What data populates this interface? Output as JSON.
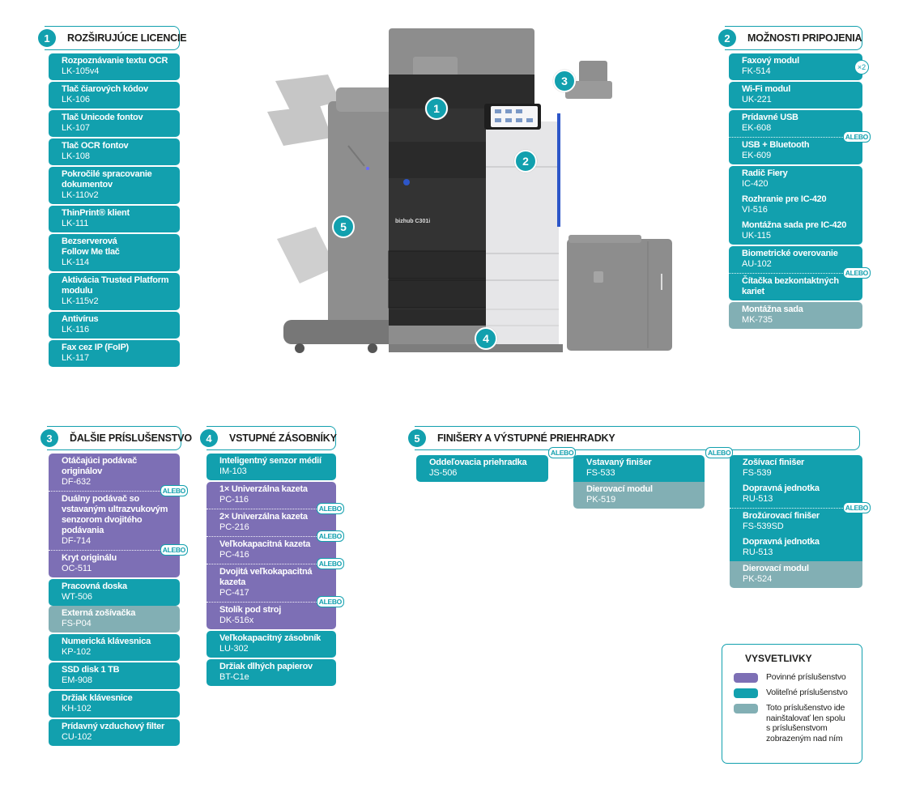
{
  "colors": {
    "optional": "#12a0ae",
    "required": "#7d6fb5",
    "dependent": "#82afb4"
  },
  "or_label": "ALEBO",
  "x2_label": "×2",
  "printer": {
    "brand_model": "bizhub C301i",
    "callouts": [
      "1",
      "2",
      "3",
      "4",
      "5"
    ],
    "tray_numbers": [
      "1",
      "2",
      "3",
      "4"
    ]
  },
  "sections": {
    "s1": {
      "number": "1",
      "title": "ROZŠIRUJÚCE LICENCIE",
      "items": [
        {
          "name": "Rozpoznávanie textu OCR",
          "code": "LK-105v4"
        },
        {
          "name": "Tlač čiarových kódov",
          "code": "LK-106"
        },
        {
          "name": "Tlač Unicode fontov",
          "code": "LK-107"
        },
        {
          "name": "Tlač OCR fontov",
          "code": "LK-108"
        },
        {
          "name": "Pokročilé spracovanie dokumentov",
          "code": "LK-110v2"
        },
        {
          "name": "ThinPrint® klient",
          "code": "LK-111"
        },
        {
          "name": "Bezserverová Follow Me tlač",
          "code": "LK-114"
        },
        {
          "name": "Aktivácia Trusted Platform modulu",
          "code": "LK-115v2"
        },
        {
          "name": "Antivírus",
          "code": "LK-116"
        },
        {
          "name": "Fax cez IP (FoIP)",
          "code": "LK-117"
        }
      ]
    },
    "s2": {
      "number": "2",
      "title": "MOŽNOSTI PRIPOJENIA",
      "items": [
        {
          "name": "Faxový modul",
          "code": "FK-514"
        },
        {
          "name": "Wi-Fi modul",
          "code": "UK-221"
        },
        {
          "name": "Prídavné USB",
          "code": "EK-608"
        },
        {
          "name": "USB + Bluetooth",
          "code": "EK-609"
        },
        {
          "name": "Radič Fiery",
          "code": "IC-420"
        },
        {
          "name": "Rozhranie pre IC-420",
          "code": "VI-516"
        },
        {
          "name": "Montážna sada pre IC-420",
          "code": "UK-115"
        },
        {
          "name": "Biometrické overovanie",
          "code": "AU-102"
        },
        {
          "name": "Čítačka bezkontaktných kariet",
          "code": ""
        },
        {
          "name": "Montážna sada",
          "code": "MK-735"
        }
      ]
    },
    "s3": {
      "number": "3",
      "title": "ĎALŠIE PRÍSLUŠENSTVO",
      "items": [
        {
          "name": "Otáčajúci podávač originálov",
          "code": "DF-632"
        },
        {
          "name": "Duálny podávač so vstavaným ultrazvukovým senzorom dvojitého podávania",
          "code": "DF-714"
        },
        {
          "name": "Kryt originálu",
          "code": "OC-511"
        },
        {
          "name": "Pracovná doska",
          "code": "WT-506"
        },
        {
          "name": "Externá zošívačka",
          "code": "FS-P04"
        },
        {
          "name": "Numerická klávesnica",
          "code": "KP-102"
        },
        {
          "name": "SSD disk 1 TB",
          "code": "EM-908"
        },
        {
          "name": "Držiak klávesnice",
          "code": "KH-102"
        },
        {
          "name": "Prídavný vzduchový filter",
          "code": "CU-102"
        }
      ]
    },
    "s4": {
      "number": "4",
      "title": "VSTUPNÉ ZÁSOBNÍKY",
      "items": [
        {
          "name": "Inteligentný senzor médií",
          "code": "IM-103"
        },
        {
          "name": "1× Univerzálna kazeta",
          "code": "PC-116"
        },
        {
          "name": "2× Univerzálna kazeta",
          "code": "PC-216"
        },
        {
          "name": "Veľkokapacitná kazeta",
          "code": "PC-416"
        },
        {
          "name": "Dvojitá veľkokapacitná kazeta",
          "code": "PC-417"
        },
        {
          "name": "Stolík pod stroj",
          "code": "DK-516x"
        },
        {
          "name": "Veľkokapacitný zásobník",
          "code": "LU-302"
        },
        {
          "name": "Držiak dlhých papierov",
          "code": "BT-C1e"
        }
      ]
    },
    "s5": {
      "number": "5",
      "title": "FINIŠERY A VÝSTUPNÉ PRIEHRADKY",
      "items": [
        {
          "name": "Oddeľovacia priehradka",
          "code": "JS-506"
        },
        {
          "name": "Vstavaný finišer",
          "code": "FS-533"
        },
        {
          "name": "Dierovací modul",
          "code": "PK-519"
        },
        {
          "name": "Zošívací finišer",
          "code": "FS-539"
        },
        {
          "name": "Dopravná jednotka",
          "code": "RU-513"
        },
        {
          "name": "Brožúrovací finišer",
          "code": "FS-539SD"
        },
        {
          "name": "Dopravná jednotka",
          "code": "RU-513"
        },
        {
          "name": "Dierovací modul",
          "code": "PK-524"
        }
      ]
    }
  },
  "legend": {
    "title": "VYSVETLIVKY",
    "entries": [
      {
        "label": "Povinné príslušenstvo",
        "color": "#7d6fb5"
      },
      {
        "label": "Voliteľné príslušenstvo",
        "color": "#12a0ae"
      },
      {
        "label": "Toto príslušenstvo ide nainštalovať len spolu s príslušenstvom zobrazeným nad ním",
        "color": "#82afb4"
      }
    ]
  }
}
